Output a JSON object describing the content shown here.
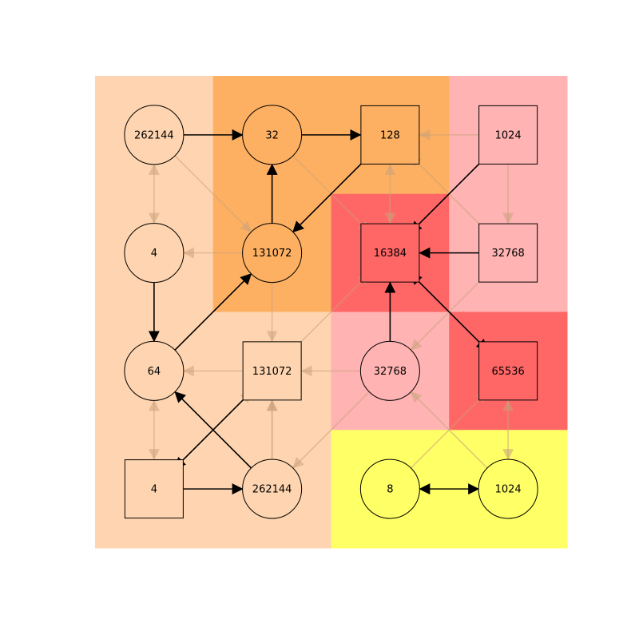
{
  "colors": {
    "background": "#ffffff",
    "regions": {
      "light": "#fed5b0",
      "orange": "#feb062",
      "pink": "#ffb3b3",
      "red": "#ff6666",
      "yellow": "#ffff66"
    },
    "node_stroke": "#000000",
    "arrow": "#000000"
  },
  "grid": {
    "rows": 4,
    "cols": 4
  },
  "regions": [
    [
      "light",
      "orange",
      "orange",
      "pink"
    ],
    [
      "light",
      "orange",
      "red",
      "pink"
    ],
    [
      "light",
      "light",
      "pink",
      "red"
    ],
    [
      "light",
      "light",
      "yellow",
      "yellow"
    ]
  ],
  "nodes": [
    {
      "id": "n00",
      "row": 0,
      "col": 0,
      "shape": "circle",
      "label": "262144"
    },
    {
      "id": "n01",
      "row": 0,
      "col": 1,
      "shape": "circle",
      "label": "32"
    },
    {
      "id": "n02",
      "row": 0,
      "col": 2,
      "shape": "square",
      "label": "128"
    },
    {
      "id": "n03",
      "row": 0,
      "col": 3,
      "shape": "square",
      "label": "1024"
    },
    {
      "id": "n10",
      "row": 1,
      "col": 0,
      "shape": "circle",
      "label": "4"
    },
    {
      "id": "n11",
      "row": 1,
      "col": 1,
      "shape": "circle",
      "label": "131072"
    },
    {
      "id": "n12",
      "row": 1,
      "col": 2,
      "shape": "square",
      "label": "16384"
    },
    {
      "id": "n13",
      "row": 1,
      "col": 3,
      "shape": "square",
      "label": "32768"
    },
    {
      "id": "n20",
      "row": 2,
      "col": 0,
      "shape": "circle",
      "label": "64"
    },
    {
      "id": "n21",
      "row": 2,
      "col": 1,
      "shape": "square",
      "label": "131072"
    },
    {
      "id": "n22",
      "row": 2,
      "col": 2,
      "shape": "circle",
      "label": "32768"
    },
    {
      "id": "n23",
      "row": 2,
      "col": 3,
      "shape": "square",
      "label": "65536"
    },
    {
      "id": "n30",
      "row": 3,
      "col": 0,
      "shape": "square",
      "label": "4"
    },
    {
      "id": "n31",
      "row": 3,
      "col": 1,
      "shape": "circle",
      "label": "262144"
    },
    {
      "id": "n32",
      "row": 3,
      "col": 2,
      "shape": "circle",
      "label": "8"
    },
    {
      "id": "n33",
      "row": 3,
      "col": 3,
      "shape": "circle",
      "label": "1024"
    }
  ],
  "edges_strong": [
    {
      "from": "n00",
      "to": "n01"
    },
    {
      "from": "n01",
      "to": "n02"
    },
    {
      "from": "n02",
      "to": "n11"
    },
    {
      "from": "n11",
      "to": "n01"
    },
    {
      "from": "n03",
      "to": "n12"
    },
    {
      "from": "n13",
      "to": "n12"
    },
    {
      "from": "n10",
      "to": "n20"
    },
    {
      "from": "n20",
      "to": "n11"
    },
    {
      "from": "n22",
      "to": "n12"
    },
    {
      "from": "n12",
      "to": "n23",
      "both": true
    },
    {
      "from": "n21",
      "to": "n30"
    },
    {
      "from": "n31",
      "to": "n20"
    },
    {
      "from": "n30",
      "to": "n31"
    },
    {
      "from": "n32",
      "to": "n33",
      "both": true
    }
  ],
  "edges_faint": [
    {
      "from": "n00",
      "to": "n10",
      "both": true
    },
    {
      "from": "n00",
      "to": "n11"
    },
    {
      "from": "n11",
      "to": "n10"
    },
    {
      "from": "n01",
      "to": "n12"
    },
    {
      "from": "n03",
      "to": "n02"
    },
    {
      "from": "n02",
      "to": "n12",
      "both": true
    },
    {
      "from": "n13",
      "to": "n02"
    },
    {
      "from": "n03",
      "to": "n13"
    },
    {
      "from": "n11",
      "to": "n21"
    },
    {
      "from": "n21",
      "to": "n20"
    },
    {
      "from": "n21",
      "to": "n12"
    },
    {
      "from": "n13",
      "to": "n22"
    },
    {
      "from": "n22",
      "to": "n21"
    },
    {
      "from": "n20",
      "to": "n30",
      "both": true
    },
    {
      "from": "n31",
      "to": "n21"
    },
    {
      "from": "n30",
      "to": "n21"
    },
    {
      "from": "n31",
      "to": "n21",
      "tail": true
    },
    {
      "from": "n22",
      "to": "n31"
    },
    {
      "from": "n33",
      "to": "n22"
    },
    {
      "from": "n32",
      "to": "n23"
    },
    {
      "from": "n33",
      "to": "n23",
      "both": true
    }
  ]
}
